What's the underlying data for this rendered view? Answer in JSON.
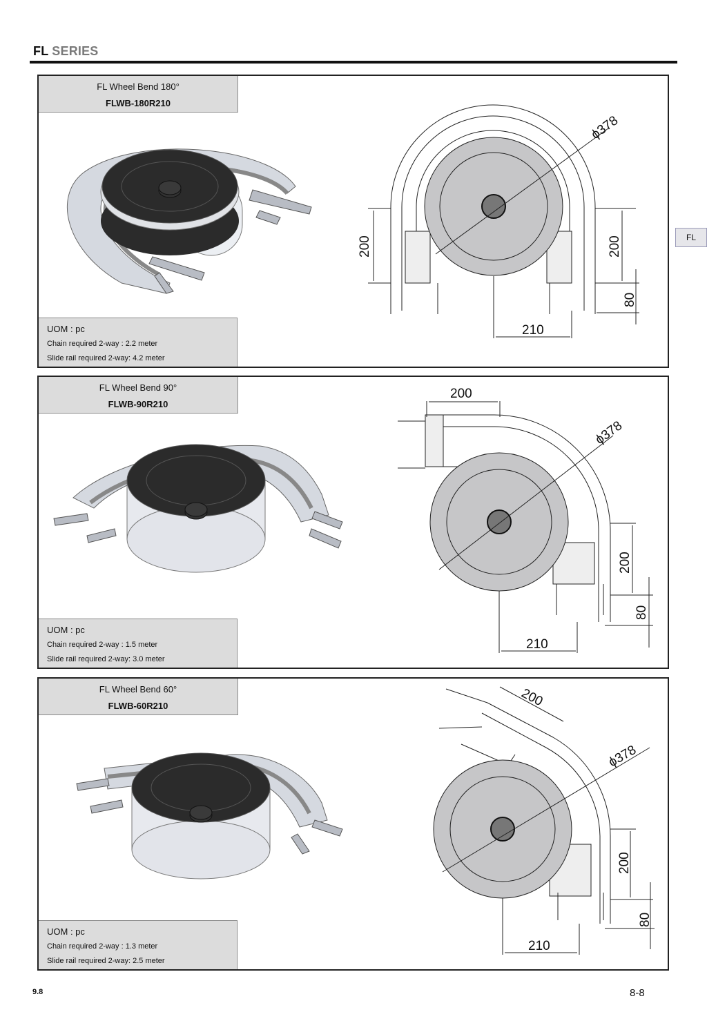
{
  "header": {
    "brand": "FL",
    "series": "SERIES"
  },
  "side_tab": "FL",
  "panels": [
    {
      "name": "FL Wheel Bend 180°",
      "code": "FLWB-180R210",
      "uom": "UOM : pc",
      "chain": "Chain required 2-way : 2.2 meter",
      "rail": "Slide rail required 2-way:  4.2 meter",
      "dims": {
        "diameter": "ϕ378",
        "width": "200",
        "width2": "200",
        "offset": "80",
        "radius": "210"
      }
    },
    {
      "name": "FL Wheel Bend 90°",
      "code": "FLWB-90R210",
      "uom": "UOM : pc",
      "chain": "Chain required 2-way : 1.5 meter",
      "rail": "Slide rail required 2-way:  3.0 meter",
      "dims": {
        "diameter": "ϕ378",
        "width": "200",
        "width2": "200",
        "offset": "80",
        "radius": "210"
      }
    },
    {
      "name": "FL Wheel Bend 60°",
      "code": "FLWB-60R210",
      "uom": "UOM : pc",
      "chain": "Chain required 2-way : 1.3 meter",
      "rail": "Slide rail required 2-way:  2.5 meter",
      "dims": {
        "diameter": "ϕ378",
        "width": "200",
        "width2": "200",
        "offset": "80",
        "radius": "210"
      }
    }
  ],
  "footer": {
    "left": "9.8",
    "right": "8-8"
  }
}
